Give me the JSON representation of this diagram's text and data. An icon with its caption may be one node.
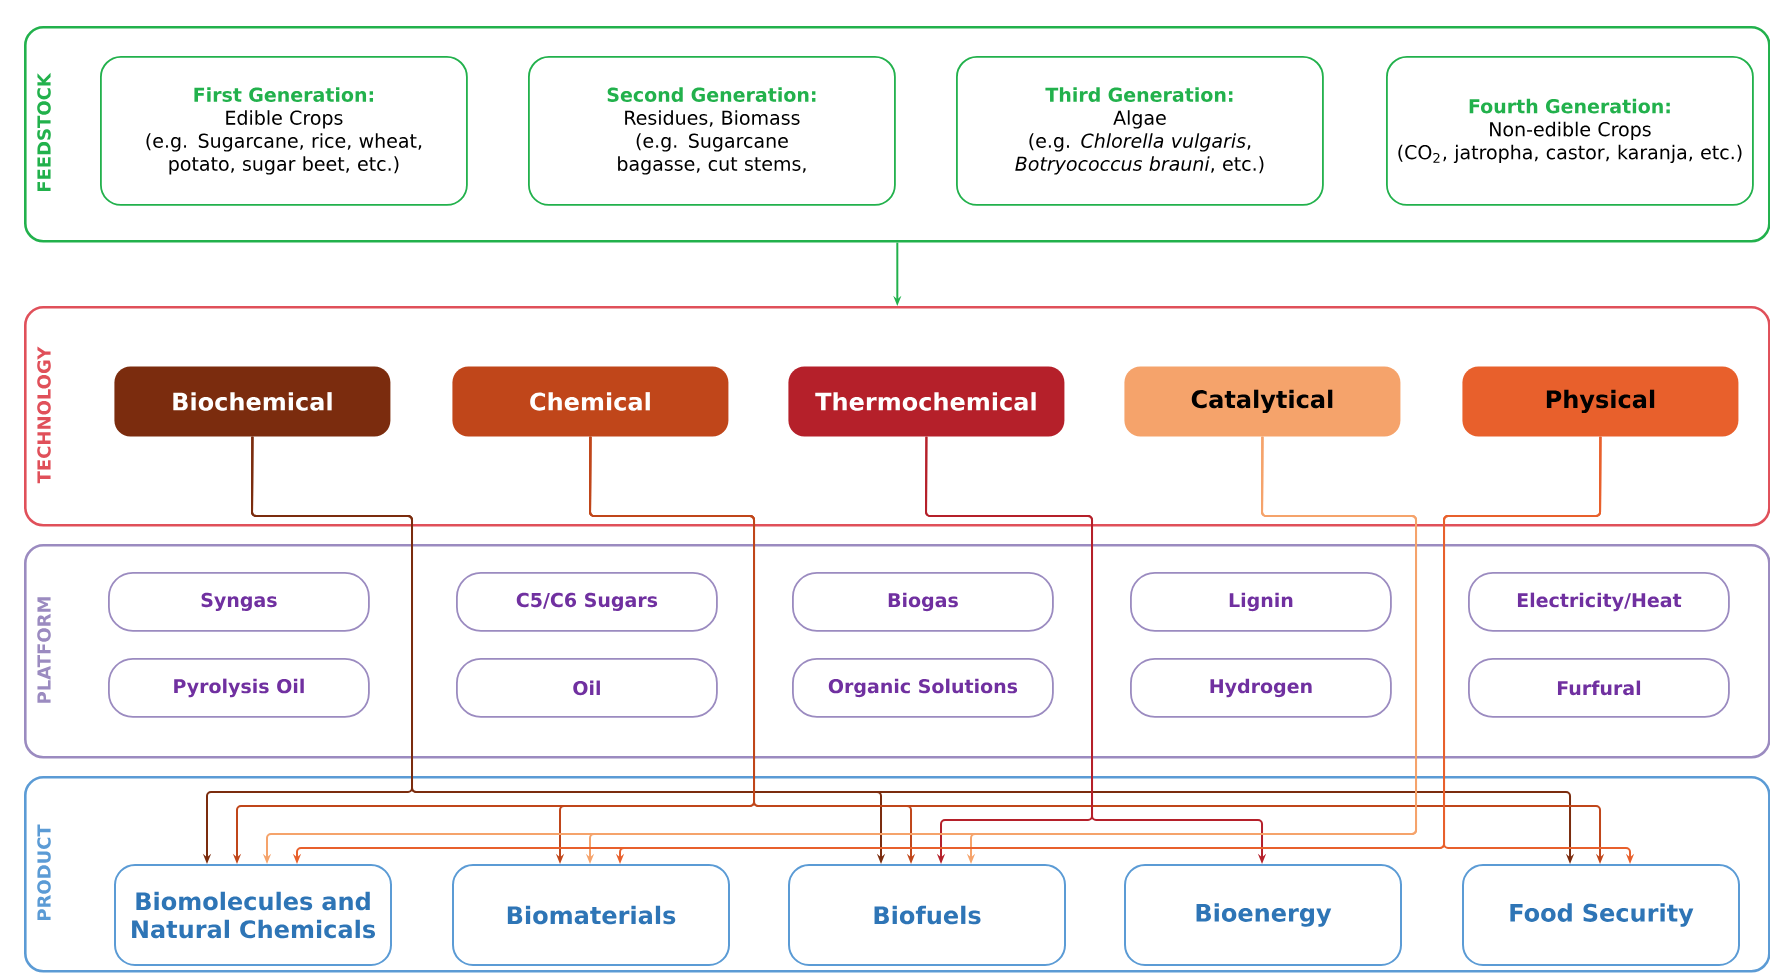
{
  "diagram": {
    "nodes": [
      {
        "text": [
          "FEEDSTOCK"
        ]
      },
      {
        "text": [
          "First Generation:",
          "Edible Crops",
          "(e.g. Sugarcane, rice, wheat, potato, sugar beet, etc.)"
        ],
        "in": 0
      },
      {
        "text": [
          "Second Generation:",
          "Residues, Biomass",
          "(e.g. Sugarcane bagasse, cut stems,"
        ],
        "in": 0
      },
      {
        "text": [
          "Third Generation:",
          "Algae",
          "(e.g. *Chlorella vulgaris*, *Botryococcus brauni*, etc.)"
        ],
        "in": 0
      },
      {
        "text": [
          "Fourth Generation:",
          "Non-edible Crops",
          "(CO$_{2}$, jatropha, castor, karanja, etc.)"
        ],
        "in": 0
      },
      {
        "text": [
          "TECHNOLOGY"
        ]
      },
      {
        "text": [
          "Biochemical"
        ],
        "in": 5
      },
      {
        "text": [
          "Chemical"
        ],
        "in": 5
      },
      {
        "text": [
          "Thermochemical"
        ],
        "in": 5
      },
      {
        "text": [
          "Catalytical"
        ],
        "in": 5
      },
      {
        "text": [
          "Physical"
        ],
        "in": 5
      },
      {
        "text": [
          "PLATFORM"
        ]
      },
      {
        "text": [
          "Syngas"
        ],
        "in": 11
      },
      {
        "text": [
          "C5/C6 Sugars"
        ],
        "in": 11
      },
      {
        "text": [
          "Biogas"
        ],
        "in": 11
      },
      {
        "text": [
          "Lignin"
        ],
        "in": 11
      },
      {
        "text": [
          "Electricity/Heat"
        ],
        "in": 11
      },
      {
        "text": [
          "Pyrolysis Oil"
        ],
        "in": 11
      },
      {
        "text": [
          "Oil"
        ],
        "in": 11
      },
      {
        "text": [
          "Organic Solutions"
        ],
        "in": 11
      },
      {
        "text": [
          "Hydrogen"
        ],
        "in": 11
      },
      {
        "text": [
          "Furfural"
        ],
        "in": 11
      },
      {
        "text": [
          "PRODUCT"
        ]
      },
      {
        "text": [
          "Biomolecules and Natural Chemicals"
        ],
        "in": 22
      },
      {
        "text": [
          "Biomaterials"
        ],
        "in": 22
      },
      {
        "text": [
          "Biofuels"
        ],
        "in": 22
      },
      {
        "text": [
          "Bioenergy"
        ],
        "in": 22
      },
      {
        "text": [
          "Food Security"
        ],
        "in": 22
      }
    ],
    "edges": [
      {
        "from": 0,
        "to": 5,
        "arrow": "to",
        "color": "#22b14c"
      },
      {
        "from": 6,
        "to": 23,
        "arrow": "to",
        "color": "#7b2c0e"
      },
      {
        "from": 6,
        "to": 25,
        "arrow": "to",
        "color": "#7b2c0e"
      },
      {
        "from": 6,
        "to": 27,
        "arrow": "to",
        "color": "#7b2c0e"
      },
      {
        "from": 7,
        "to": 23,
        "arrow": "to",
        "color": "#c0461a"
      },
      {
        "from": 7,
        "to": 24,
        "arrow": "to",
        "color": "#c0461a"
      },
      {
        "from": 7,
        "to": 25,
        "arrow": "to",
        "color": "#c0461a"
      },
      {
        "from": 7,
        "to": 27,
        "arrow": "to",
        "color": "#c0461a"
      },
      {
        "from": 8,
        "to": 25,
        "arrow": "to",
        "color": "#b5202a"
      },
      {
        "from": 8,
        "to": 26,
        "arrow": "to",
        "color": "#b5202a"
      },
      {
        "from": 9,
        "to": 23,
        "arrow": "to",
        "color": "#f5a36b"
      },
      {
        "from": 9,
        "to": 24,
        "arrow": "to",
        "color": "#f5a36b"
      },
      {
        "from": 9,
        "to": 25,
        "arrow": "to",
        "color": "#f5a36b"
      },
      {
        "from": 10,
        "to": 23,
        "arrow": "to",
        "color": "#e8602c"
      },
      {
        "from": 10,
        "to": 24,
        "arrow": "to",
        "color": "#e8602c"
      },
      {
        "from": 10,
        "to": 27,
        "arrow": "to",
        "color": "#e8602c"
      }
    ]
  }
}
